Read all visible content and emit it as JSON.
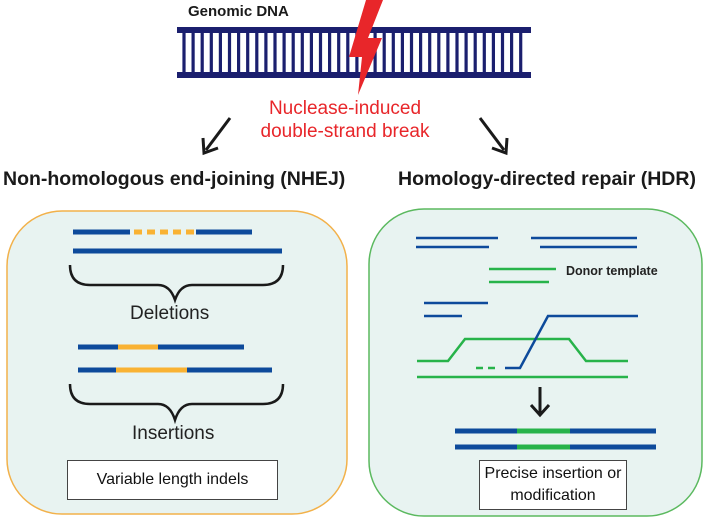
{
  "genomic_dna_label": "Genomic DNA",
  "break_label": "Nuclease-induced double-strand break",
  "nhej": {
    "title": "Non-homologous end-joining (NHEJ)",
    "deletions_label": "Deletions",
    "insertions_label": "Insertions",
    "caption": "Variable length indels"
  },
  "hdr": {
    "title": "Homology-directed repair (HDR)",
    "donor_label": "Donor template",
    "caption": "Precise insertion or modification"
  },
  "colors": {
    "dna_navy": "#1b1f6e",
    "strand_blue": "#0d4a9b",
    "indel_orange": "#f9b233",
    "donor_green": "#27b34a",
    "break_red": "#e8262a",
    "panel_fill": "#e8f3f1",
    "nhej_border": "#f2b14a",
    "hdr_border": "#5bb95f"
  }
}
